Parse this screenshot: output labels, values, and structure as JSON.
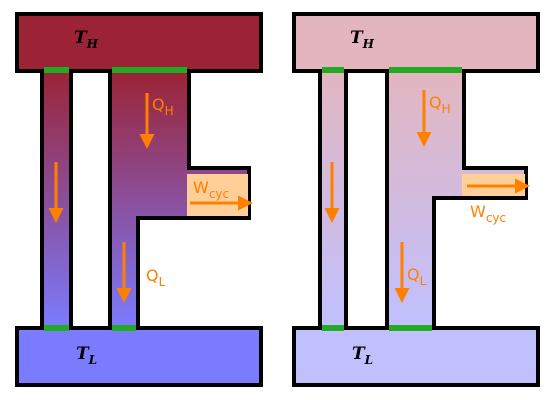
{
  "left_panel": {
    "hot_label_main": "T",
    "hot_label_sub": "H",
    "cold_label_main": "T",
    "cold_label_sub": "L",
    "qh_main": "Q",
    "qh_sub": "H",
    "ql_main": "Q",
    "ql_sub": "L",
    "w_main": "W",
    "w_sub": "cyc"
  },
  "right_panel": {
    "hot_label_main": "T",
    "hot_label_sub": "H",
    "cold_label_main": "T",
    "cold_label_sub": "L",
    "qh_main": "Q",
    "qh_sub": "H",
    "ql_main": "Q",
    "ql_sub": "L",
    "w_main": "W",
    "w_sub": "cyc"
  },
  "colors": {
    "hot_dark": "#9b2335",
    "cold_dark": "#7b7bff",
    "hot_light": "#e3b6bf",
    "cold_light": "#c0c0ff",
    "work_band": "#ffcf99",
    "contact": "#22aa22",
    "arrow": "#ff8000"
  }
}
